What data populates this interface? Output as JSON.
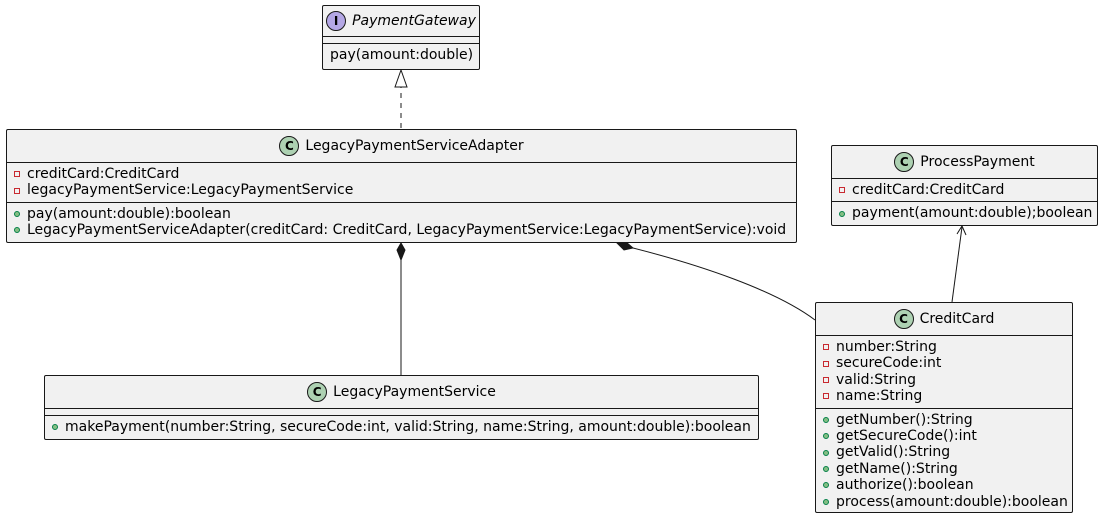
{
  "classes": {
    "payment_gateway": {
      "stereotype": "I",
      "name": "PaymentGateway",
      "methods": [
        {
          "text": "pay(amount:double)"
        }
      ]
    },
    "legacy_adapter": {
      "stereotype": "C",
      "name": "LegacyPaymentServiceAdapter",
      "fields": [
        {
          "visibility": "private",
          "text": "creditCard:CreditCard"
        },
        {
          "visibility": "private",
          "text": "legacyPaymentService:LegacyPaymentService"
        }
      ],
      "methods": [
        {
          "visibility": "public",
          "text": "pay(amount:double):boolean"
        },
        {
          "visibility": "public",
          "text": "LegacyPaymentServiceAdapter(creditCard: CreditCard, LegacyPaymentService:LegacyPaymentService):void"
        }
      ]
    },
    "process_payment": {
      "stereotype": "C",
      "name": "ProcessPayment",
      "fields": [
        {
          "visibility": "private",
          "text": "creditCard:CreditCard"
        }
      ],
      "methods": [
        {
          "visibility": "public",
          "text": "payment(amount:double);boolean"
        }
      ]
    },
    "legacy_service": {
      "stereotype": "C",
      "name": "LegacyPaymentService",
      "methods": [
        {
          "visibility": "public",
          "text": "makePayment(number:String, secureCode:int, valid:String, name:String, amount:double):boolean"
        }
      ]
    },
    "credit_card": {
      "stereotype": "C",
      "name": "CreditCard",
      "fields": [
        {
          "visibility": "private",
          "text": "number:String"
        },
        {
          "visibility": "private",
          "text": "secureCode:int"
        },
        {
          "visibility": "private",
          "text": "valid:String"
        },
        {
          "visibility": "private",
          "text": "name:String"
        }
      ],
      "methods": [
        {
          "visibility": "public",
          "text": "getNumber():String"
        },
        {
          "visibility": "public",
          "text": "getSecureCode():int"
        },
        {
          "visibility": "public",
          "text": "getValid():String"
        },
        {
          "visibility": "public",
          "text": "getName():String"
        },
        {
          "visibility": "public",
          "text": "authorize():boolean"
        },
        {
          "visibility": "public",
          "text": "process(amount:double):boolean"
        }
      ]
    }
  },
  "relations": [
    {
      "from": "legacy_adapter",
      "to": "payment_gateway",
      "kind": "realization"
    },
    {
      "from": "legacy_adapter",
      "to": "legacy_service",
      "kind": "composition"
    },
    {
      "from": "legacy_adapter",
      "to": "credit_card",
      "kind": "composition"
    },
    {
      "from": "credit_card",
      "to": "process_payment",
      "kind": "association"
    }
  ],
  "colors": {
    "class_fill": "#f1f1f1",
    "border": "#181818",
    "class_badge": "#add1b2",
    "interface_badge": "#b4a7e5",
    "private_marker": "#c82930",
    "public_marker": "#84be84"
  }
}
